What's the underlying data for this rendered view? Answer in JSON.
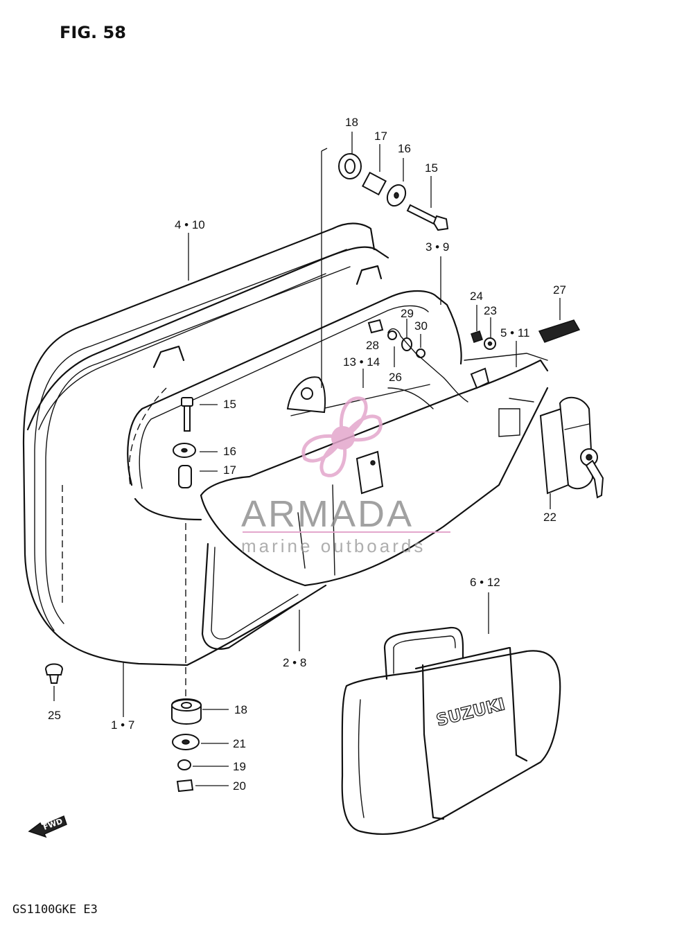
{
  "figure": {
    "title": "FIG. 58",
    "model": "GS1100GKE  E3",
    "brand_on_bag": "SUZUKI",
    "direction_marker": "FWD"
  },
  "watermark": {
    "name": "ARMADA",
    "tagline": "marine outboards",
    "color_logo": "#e3a6cc",
    "color_text": "#8a8a8a"
  },
  "labels": {
    "top_18": "18",
    "top_17": "17",
    "top_16": "16",
    "top_15": "15",
    "lid": "4 • 10",
    "inner_case": "3 • 9",
    "n24": "24",
    "n23": "23",
    "n27": "27",
    "n29": "29",
    "n30": "30",
    "n28": "28",
    "hinge": "5 • 11",
    "bracket": "13 • 14",
    "n26": "26",
    "left_15": "15",
    "left_16": "16",
    "left_17": "17",
    "n22": "22",
    "inner_bag": "6 • 12",
    "seal": "2 • 8",
    "n25": "25",
    "case": "1 • 7",
    "bot_18": "18",
    "n21": "21",
    "n19": "19",
    "n20": "20"
  },
  "icons": [
    "fwd-arrow-icon",
    "propeller-logo-icon",
    "key-icon"
  ]
}
